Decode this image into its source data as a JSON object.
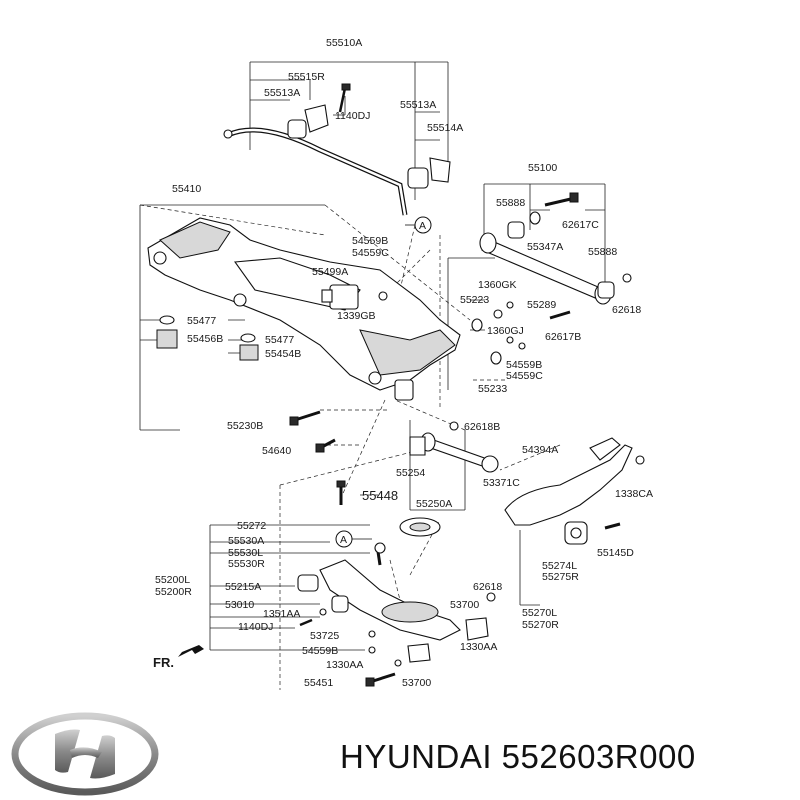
{
  "labels": {
    "p55510A": "55510A",
    "p55515R": "55515R",
    "p55513A_l": "55513A",
    "p1140DJ_top": "1140DJ",
    "p55513A_r": "55513A",
    "p55514A": "55514A",
    "p55410": "55410",
    "p55100": "55100",
    "p55888_l": "55888",
    "p62617C": "62617C",
    "p55347A": "55347A",
    "p55888_r": "55888",
    "p62618_r": "62618",
    "p54559B_top": "54559B",
    "p54559C_top": "54559C",
    "p55499A": "55499A",
    "p1360GK": "1360GK",
    "p55223": "55223",
    "p55289": "55289",
    "p1339GB": "1339GB",
    "p55477_a": "55477",
    "p55477_b": "55477",
    "p1360GJ": "1360GJ",
    "p62617B": "62617B",
    "p55456B": "55456B",
    "p55454B": "55454B",
    "p54559B_mid": "54559B",
    "p54559C_mid": "54559C",
    "p55233": "55233",
    "p55230B": "55230B",
    "p62618B": "62618B",
    "p54394A": "54394A",
    "p54640": "54640",
    "p55254": "55254",
    "p53371C": "53371C",
    "p1338CA": "1338CA",
    "p55448": "55448",
    "p55250A": "55250A",
    "p55272": "55272",
    "p55530A": "55530A",
    "p55530L": "55530L",
    "p55530R": "55530R",
    "p55200L": "55200L",
    "p55200R": "55200R",
    "p55215A": "55215A",
    "p53010": "53010",
    "p1351AA": "1351AA",
    "p1140DJ_bot": "1140DJ",
    "p53725": "53725",
    "p54559B_bot": "54559B",
    "p1330AA_l": "1330AA",
    "p55451": "55451",
    "p62618_bot": "62618",
    "p53700_a": "53700",
    "p1330AA_r": "1330AA",
    "p53700_b": "53700",
    "p55274L": "55274L",
    "p55275R": "55275R",
    "p55145D": "55145D",
    "p55270L": "55270L",
    "p55270R": "55270R",
    "fr": "FR.",
    "callout_a1": "A",
    "callout_a2": "A"
  },
  "brand": {
    "text": "HYUNDAI 552603R000",
    "logo_icon": "hyundai-logo-icon"
  }
}
